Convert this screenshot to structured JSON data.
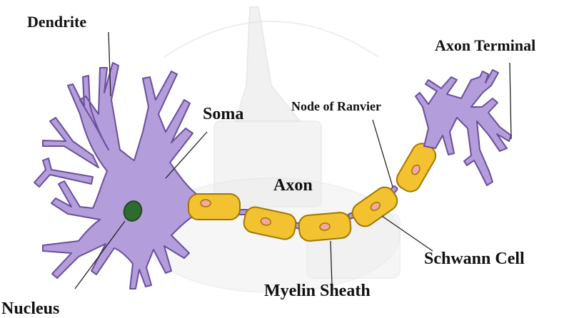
{
  "diagram": {
    "labels": {
      "dendrite": "Dendrite",
      "soma": "Soma",
      "nucleus": "Nucleus",
      "axon": "Axon",
      "node_of_ranvier": "Node of Ranvier",
      "axon_terminal": "Axon Terminal",
      "schwann_cell": "Schwann Cell",
      "myelin_sheath": "Myelin Sheath"
    },
    "colors": {
      "neuron_body": "#B39DDB",
      "neuron_outline": "#6A4F9C",
      "nucleus": "#2E6B2E",
      "schwann_cell": "#F2C230",
      "schwann_outline": "#A07800",
      "schwann_inner": "#F4A7A3",
      "watermark": "#E8E8E8"
    }
  }
}
